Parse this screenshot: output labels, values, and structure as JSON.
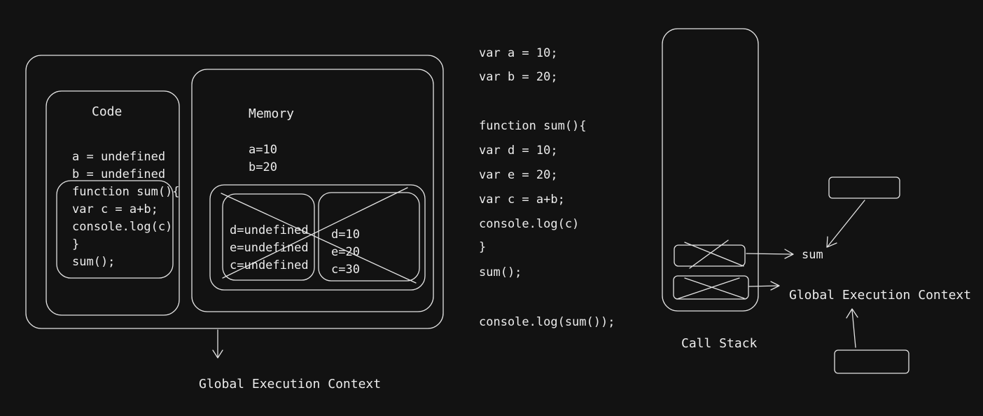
{
  "gec": {
    "code_title": "Code",
    "code_lines": [
      "a = undefined",
      "b = undefined",
      "function sum(){",
      "var c = a+b;",
      "console.log(c)",
      "}",
      "sum();"
    ],
    "memory_title": "Memory",
    "memory_lines": [
      "a=10",
      "b=20"
    ],
    "inner_left_lines": [
      "d=undefined",
      "e=undefined",
      "c=undefined"
    ],
    "inner_right_lines": [
      "d=10",
      "e=20",
      "c=30"
    ],
    "label": "Global Execution Context"
  },
  "source_code": [
    "var a = 10;",
    "var b = 20;",
    "",
    "function sum(){",
    "var d = 10;",
    "var e = 20;",
    "var c = a+b;",
    "console.log(c)",
    "}",
    "sum();",
    "",
    "console.log(sum());"
  ],
  "call_stack": {
    "title": "Call Stack",
    "sum_label": "sum",
    "gec_label": "Global Execution Context"
  }
}
